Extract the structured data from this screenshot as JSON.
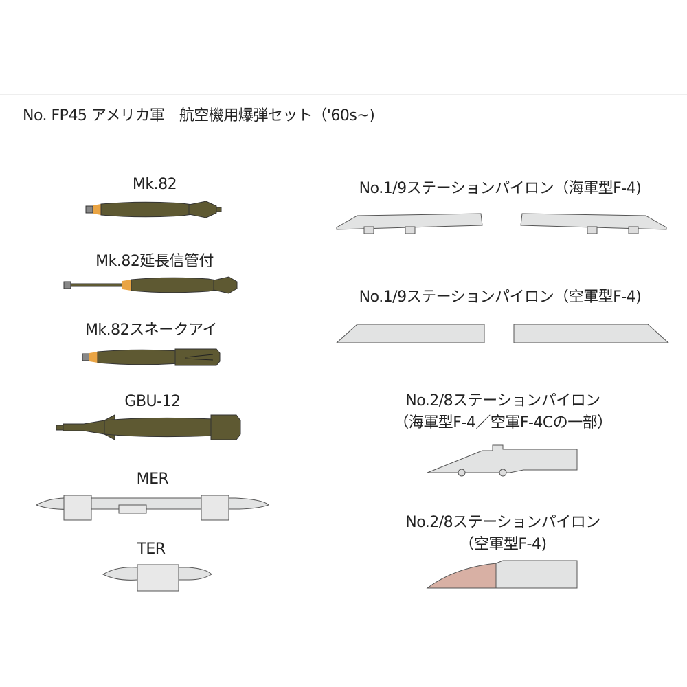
{
  "title": "No. FP45 アメリカ軍　航空機用爆弾セット（'60s~)",
  "colors": {
    "olive": "#5e5932",
    "fuze_orange": "#e9a444",
    "pylon_gray": "#e2e3e3",
    "outline": "#555555",
    "red_primer": "#c98a78"
  },
  "left_items": [
    {
      "label": "Mk.82"
    },
    {
      "label": "Mk.82延長信管付"
    },
    {
      "label": "Mk.82スネークアイ"
    },
    {
      "label": "GBU-12"
    },
    {
      "label": "MER"
    },
    {
      "label": "TER"
    }
  ],
  "right_items": [
    {
      "label": "No.1/9ステーションパイロン（海軍型F-4)"
    },
    {
      "label": "No.1/9ステーションパイロン（空軍型F-4)"
    },
    {
      "label_line1": "No.2/8ステーションパイロン",
      "label_line2": "（海軍型F-4／空軍F-4Cの一部）"
    },
    {
      "label_line1": "No.2/8ステーションパイロン",
      "label_line2": "（空軍型F-4)"
    }
  ]
}
